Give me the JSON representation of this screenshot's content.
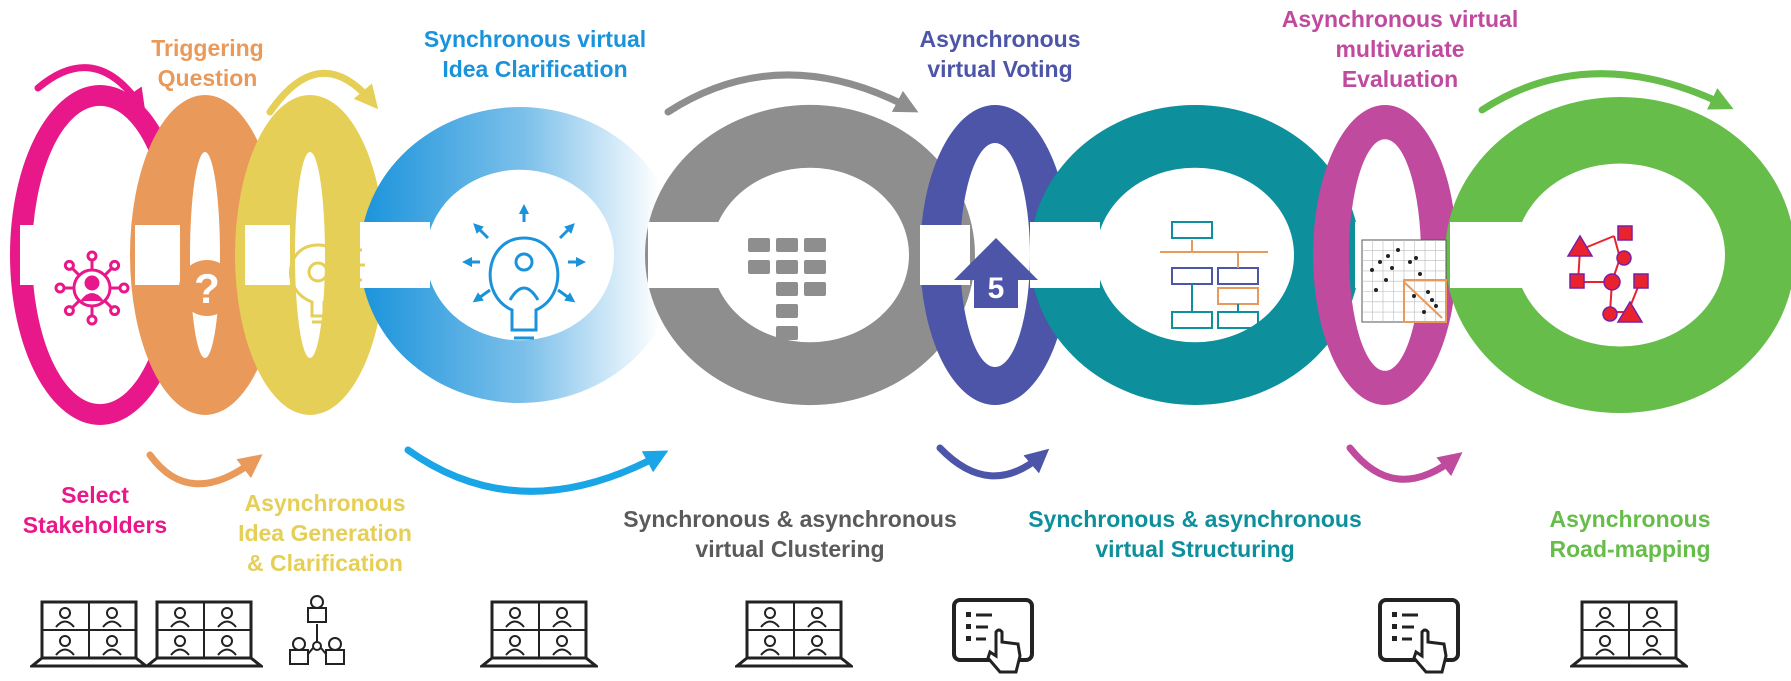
{
  "colors": {
    "magenta": "#e8178a",
    "orange": "#e9995a",
    "yellow": "#e6cf57",
    "blue": "#1a93db",
    "gray": "#8e8e8e",
    "indigo": "#4c55a8",
    "teal": "#0d8f9c",
    "purple": "#bf4a9e",
    "green": "#66bd4a",
    "tool_ink": "#222222"
  },
  "phases": [
    {
      "id": "select",
      "lines": [
        "Select",
        "Stakeholders"
      ],
      "color": "#e8178a",
      "icon": "network-person-icon"
    },
    {
      "id": "trigger",
      "lines": [
        "Triggering",
        "Question"
      ],
      "color": "#e9995a",
      "icon": "question-mark-icon"
    },
    {
      "id": "generation",
      "lines": [
        "Asynchronous",
        "Idea Generation",
        "& Clarification"
      ],
      "color": "#e6cf57",
      "icon": "lightbulb-gear-icon"
    },
    {
      "id": "clarification",
      "lines": [
        "Synchronous virtual",
        "Idea Clarification"
      ],
      "color": "#1a93db",
      "icon": "lightbulb-person-icon"
    },
    {
      "id": "clustering",
      "lines": [
        "Synchronous & asynchronous",
        "virtual Clustering"
      ],
      "color": "#8e8e8e",
      "icon": "card-grid-icon"
    },
    {
      "id": "voting",
      "lines": [
        "Asynchronous",
        "virtual Voting"
      ],
      "color": "#4c55a8",
      "icon": "vote-up-arrow-icon",
      "icon_text": "5"
    },
    {
      "id": "structuring",
      "lines": [
        "Synchronous & asynchronous",
        "virtual Structuring"
      ],
      "color": "#0d8f9c",
      "icon": "structure-map-icon"
    },
    {
      "id": "evaluation",
      "lines": [
        "Asynchronous virtual",
        "multivariate",
        "Evaluation"
      ],
      "color": "#bf4a9e",
      "icon": "scatter-plot-icon"
    },
    {
      "id": "roadmapping",
      "lines": [
        "Asynchronous",
        "Road-mapping"
      ],
      "color": "#66bd4a",
      "icon": "road-map-network-icon"
    }
  ],
  "tools": [
    {
      "id": "select-video",
      "icon": "video-call-laptop-icon"
    },
    {
      "id": "trigger-video",
      "icon": "video-call-laptop-icon"
    },
    {
      "id": "generation-people",
      "icon": "distributed-participants-icon"
    },
    {
      "id": "clarification-video",
      "icon": "video-call-laptop-icon"
    },
    {
      "id": "clustering-video",
      "icon": "video-call-laptop-icon"
    },
    {
      "id": "voting-tablet",
      "icon": "tablet-touch-icon"
    },
    {
      "id": "evaluation-tablet",
      "icon": "tablet-touch-icon"
    },
    {
      "id": "roadmapping-video",
      "icon": "video-call-laptop-icon"
    }
  ]
}
